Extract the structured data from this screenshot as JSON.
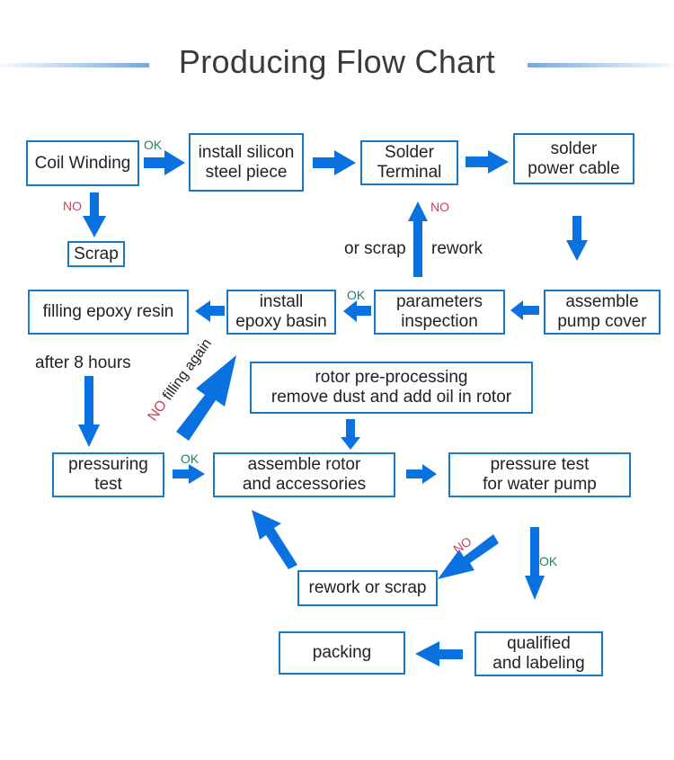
{
  "title": "Producing Flow Chart",
  "colors": {
    "arrow": "#0a72e0",
    "box_border": "#1a7ac8",
    "ok": "#2a7a6a",
    "no": "#c8435a"
  },
  "nodes": {
    "coil_winding": "Coil Winding",
    "install_silicon": "install silicon\nsteel piece",
    "solder_terminal": "Solder\nTerminal",
    "solder_power_cable": "solder\npower cable",
    "scrap": "Scrap",
    "assemble_pump_cover": "assemble\npump cover",
    "parameters_inspection": "parameters\ninspection",
    "install_epoxy_basin": "install\nepoxy basin",
    "filling_epoxy_resin": "filling epoxy resin",
    "rotor_preprocessing": "rotor pre-processing\nremove dust and add oil in rotor",
    "pressuring_test": "pressuring\ntest",
    "assemble_rotor": "assemble rotor\nand accessories",
    "pressure_test_pump": "pressure test\nfor water pump",
    "rework_or_scrap": "rework or scrap",
    "packing": "packing",
    "qualified_labeling": "qualified\nand labeling"
  },
  "labels": {
    "ok": "OK",
    "no": "NO",
    "or_scrap": "or scrap",
    "rework": "rework",
    "after_8_hours": "after 8 hours",
    "filling_again": " filling again"
  }
}
